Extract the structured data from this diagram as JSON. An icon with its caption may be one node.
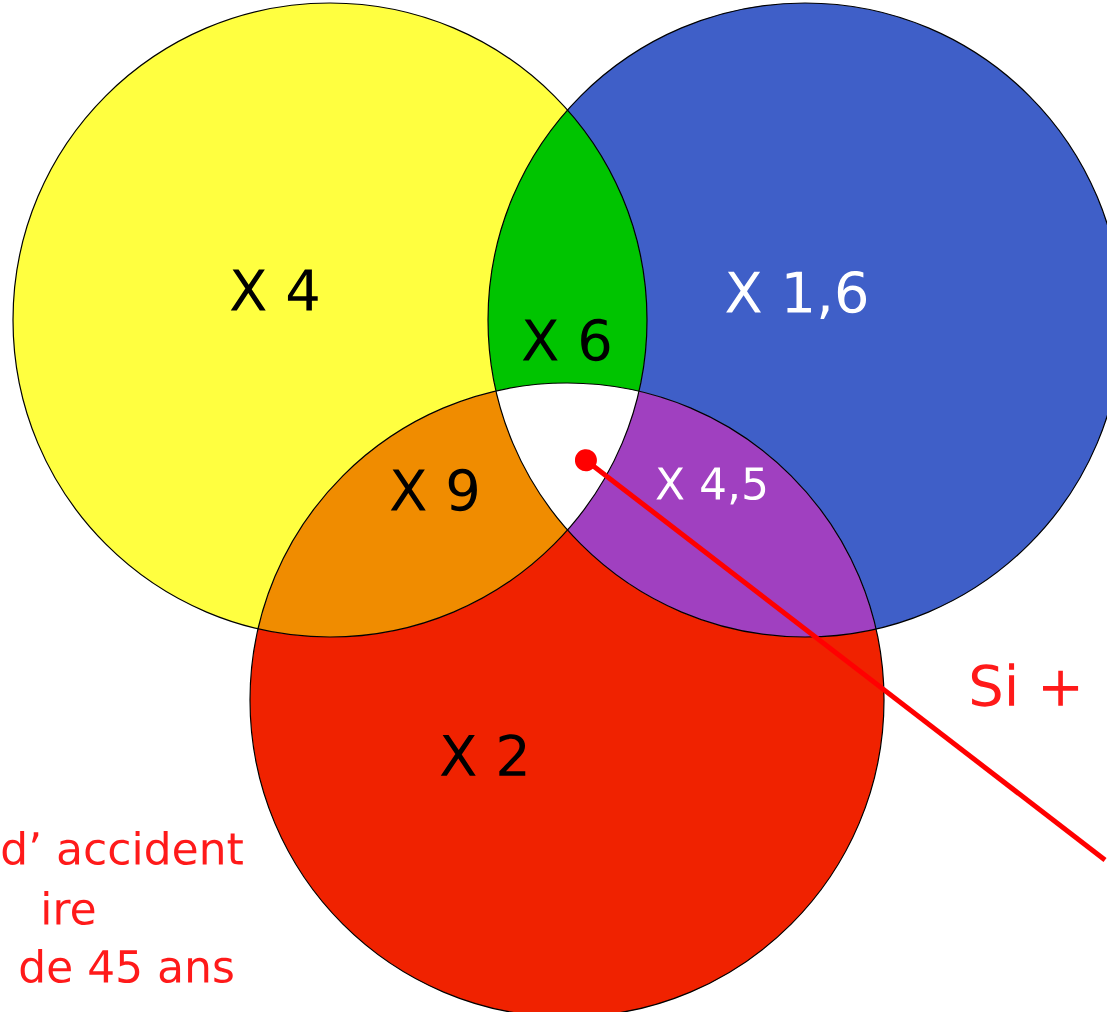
{
  "diagram": {
    "nodes": [
      {
        "text": [
          "X 4"
        ]
      },
      {
        "text": [
          "X 1,6"
        ]
      },
      {
        "text": [
          "X 2"
        ]
      },
      {
        "text": [
          "X 6"
        ]
      },
      {
        "text": [
          "X 9"
        ]
      },
      {
        "text": [
          "X 4,5"
        ]
      },
      {
        "text": [],
        "shape": "triangle"
      }
    ],
    "edges": [
      {
        "from": null,
        "to": 6,
        "arrow": "other",
        "color": "#ff0000"
      }
    ],
    "labels": [
      "Si +",
      "d’ accident",
      "ire",
      "de 45 ans"
    ]
  }
}
